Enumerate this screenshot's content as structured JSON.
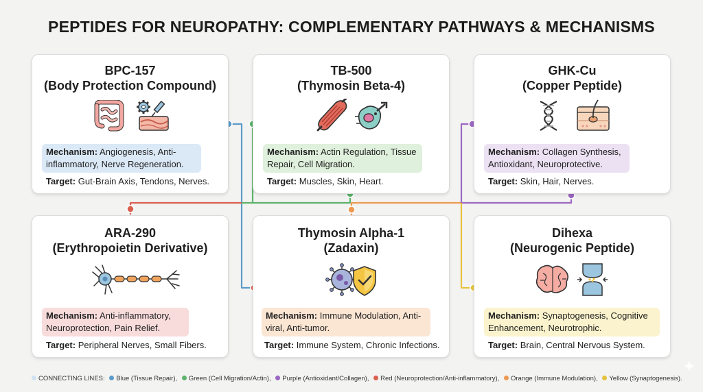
{
  "title": "PEPTIDES FOR NEUROPATHY: COMPLEMENTARY PATHWAYS & MECHANISMS",
  "cards": [
    {
      "line1": "BPC-157",
      "line2": "(Body Protection Compound)",
      "mechanism_label": "Mechanism:",
      "mechanism": "Angiogenesis, Anti-inflammatory, Nerve Regeneration.",
      "target_label": "Target:",
      "target": "Gut-Brain Axis, Tendons, Nerves.",
      "icons": [
        "intestine-icon",
        "gear-syringe-tissue-icon"
      ],
      "color": "#dbe9f7"
    },
    {
      "line1": "TB-500",
      "line2": "(Thymosin Beta-4)",
      "mechanism_label": "Mechanism:",
      "mechanism": "Actin Regulation, Tissue Repair, Cell Migration.",
      "target_label": "Target:",
      "target": "Muscles, Skin, Heart.",
      "icons": [
        "muscle-icon",
        "migrating-cell-icon"
      ],
      "color": "#dff0dc"
    },
    {
      "line1": "GHK-Cu",
      "line2": "(Copper Peptide)",
      "mechanism_label": "Mechanism:",
      "mechanism": "Collagen Synthesis, Antioxidant, Neuroprotective.",
      "target_label": "Target:",
      "target": "Skin, Hair, Nerves.",
      "icons": [
        "dna-icon",
        "skin-layers-icon"
      ],
      "color": "#ece1f3"
    },
    {
      "line1": "ARA-290",
      "line2": "(Erythropoietin Derivative)",
      "mechanism_label": "Mechanism:",
      "mechanism": "Anti-inflammatory, Neuroprotection, Pain Relief.",
      "target_label": "Target:",
      "target": "Peripheral Nerves, Small Fibers.",
      "icons": [
        "neuron-icon"
      ],
      "color": "#f8dcdc"
    },
    {
      "line1": "Thymosin Alpha-1",
      "line2": "(Zadaxin)",
      "mechanism_label": "Mechanism:",
      "mechanism": "Immune Modulation, Anti-viral, Anti-tumor.",
      "target_label": "Target:",
      "target": "Immune System, Chronic Infections.",
      "icons": [
        "virus-icon",
        "shield-check-icon"
      ],
      "color": "#fbe5d3"
    },
    {
      "line1": "Dihexa",
      "line2": "(Neurogenic Peptide)",
      "mechanism_label": "Mechanism:",
      "mechanism": "Synaptogenesis, Cognitive Enhancement, Neurotrophic.",
      "target_label": "Target:",
      "target": "Brain, Central Nervous System.",
      "icons": [
        "brain-icon",
        "synapse-icon"
      ],
      "color": "#fbf3cd"
    }
  ],
  "legend": {
    "prefix": "CONNECTING LINES:",
    "items": [
      {
        "label": "Blue (Tissue Repair),",
        "color": "#5b9bc9"
      },
      {
        "label": "Green (Cell Migration/Actin),",
        "color": "#5cb36b"
      },
      {
        "label": "Purple (Antioxidant/Collagen),",
        "color": "#9a68c0"
      },
      {
        "label": "Red (Neuroprotection/Anti-inflammatory),",
        "color": "#d9604f"
      },
      {
        "label": "Orange (Immune Modulation),",
        "color": "#ec9a52"
      },
      {
        "label": "Yellow (Synaptogenesis).",
        "color": "#e6c23d"
      }
    ],
    "prefix_dot_color": "#cfe2f1"
  },
  "line_colors": {
    "blue": "#5b9bc9",
    "green": "#5cb36b",
    "purple": "#9a68c0",
    "red": "#d9604f",
    "orange": "#ec9a52",
    "yellow": "#e6c23d"
  }
}
